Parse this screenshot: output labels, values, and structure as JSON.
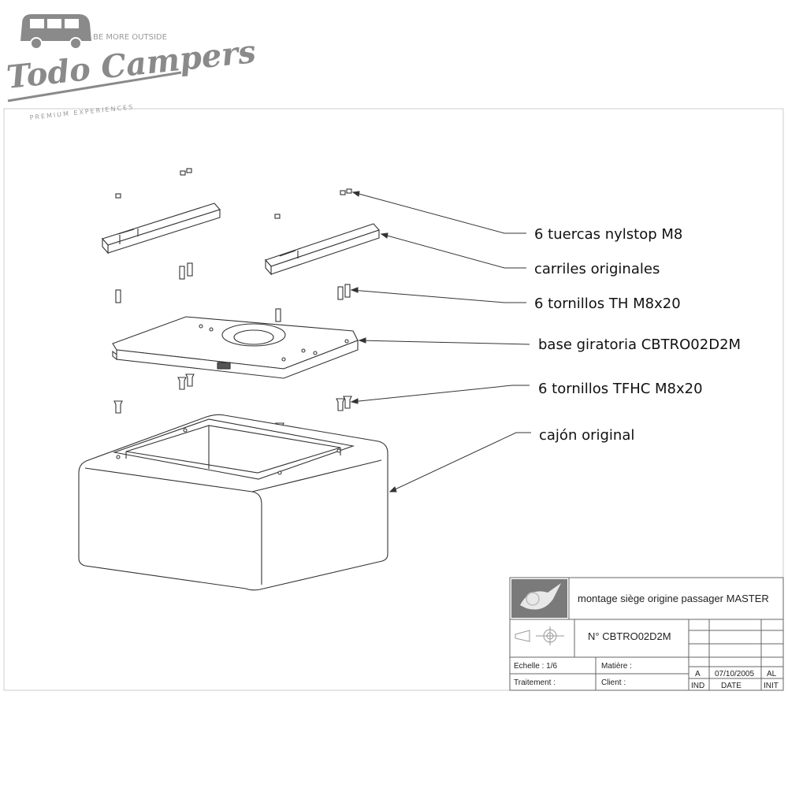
{
  "logo": {
    "brand": "Todo Campers",
    "tagline_top": "BE MORE OUTSIDE",
    "tagline_bottom": "PREMIUM EXPERIENCES",
    "color": "#8a8a8a"
  },
  "callouts": [
    {
      "id": "nuts",
      "label": "6 tuercas nylstop M8"
    },
    {
      "id": "rails",
      "label": "carriles originales"
    },
    {
      "id": "screws-th",
      "label": "6 tornillos TH M8x20"
    },
    {
      "id": "base",
      "label": "base giratoria CBTRO02D2M"
    },
    {
      "id": "screws-tfhc",
      "label": "6 tornillos TFHC M8x20"
    },
    {
      "id": "box",
      "label": "cajón original"
    }
  ],
  "title_block": {
    "title": "montage siège origine passager MASTER",
    "part_number": "N° CBTRO02D2M",
    "scale": "Echelle : 1/6",
    "material": "Matière :",
    "treatment": "Traitement :",
    "client": "Client :",
    "revision": {
      "ind_value": "A",
      "date_value": "07/10/2005",
      "init_value": "AL",
      "ind_label": "IND",
      "date_label": "DATE",
      "init_label": "INIT"
    }
  },
  "colors": {
    "line": "#333333",
    "frame": "#cccccc"
  }
}
